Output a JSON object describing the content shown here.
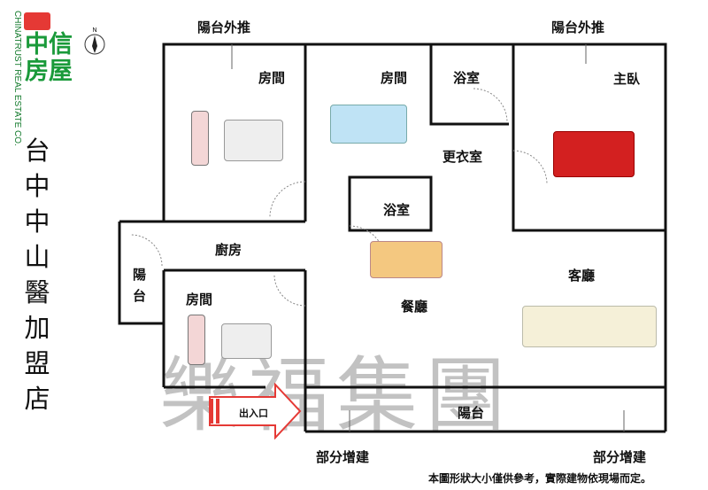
{
  "logo": {
    "brand_cn": "中信房屋",
    "brand_en": "CHINATRUST REAL ESTATE CO."
  },
  "compass": {
    "label": "N"
  },
  "title": "台中中山醫加盟店",
  "rooms": {
    "balcony_top_left": "陽台外推",
    "balcony_top_right": "陽台外推",
    "bedroom_top_left": "房間",
    "bedroom_center": "房間",
    "bathroom_top": "浴室",
    "master_bedroom": "主臥",
    "walk_in_closet": "更衣室",
    "bathroom_center": "浴室",
    "kitchen": "廚房",
    "balcony_left": "陽台",
    "bedroom_bottom_left": "房間",
    "dining_room": "餐廳",
    "living_room": "客廳",
    "balcony_bottom": "陽台",
    "extension_left": "部分增建",
    "extension_right": "部分增建"
  },
  "entrance": "出入口",
  "watermark": "樂福集團",
  "disclaimer": "本圖形狀大小僅供參考，實際建物依現場而定。",
  "colors": {
    "wall": "#111111",
    "brand_green": "#1a9a3a",
    "brand_red": "#e53935",
    "arrow": "#e53935"
  }
}
